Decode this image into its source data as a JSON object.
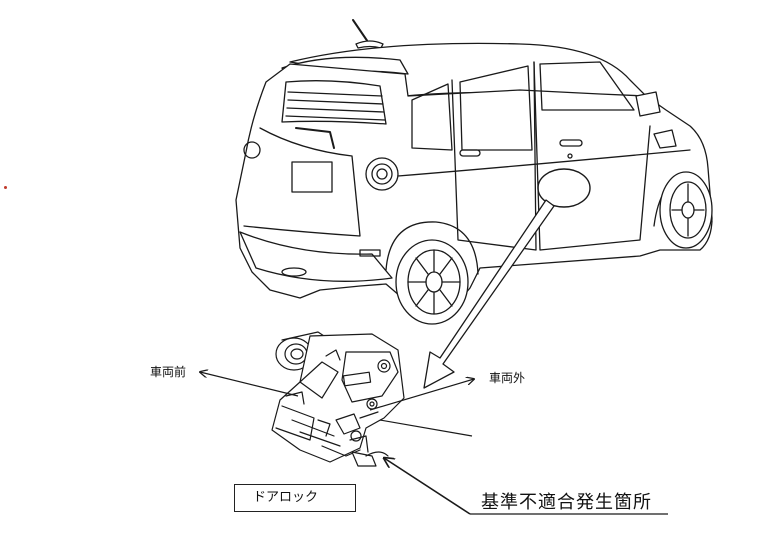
{
  "labels": {
    "vehicle_front": "車両前",
    "vehicle_outside": "車両外",
    "part_name": "ドアロック",
    "defect_location": "基準不適合発生箇所"
  },
  "colors": {
    "line": "#1a1a1a",
    "marker_dot": "#c0392b"
  },
  "icons": {
    "vehicle": "car-rear-three-quarter-illustration",
    "part": "door-lock-mechanism-illustration"
  }
}
